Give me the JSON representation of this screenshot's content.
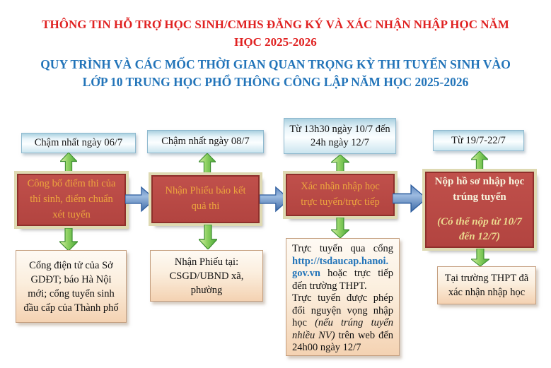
{
  "header": {
    "title": "THÔNG TIN HỖ TRỢ HỌC SINH/CMHS ĐĂNG KÝ VÀ XÁC NHẬN NHẬP HỌC NĂM HỌC 2025-2026",
    "subtitle": "QUY TRÌNH VÀ CÁC MỐC THỜI GIAN QUAN TRỌNG KỲ THI TUYỂN SINH VÀO LỚP 10 TRUNG HỌC PHỔ THÔNG CÔNG LẬP NĂM HỌC 2025-2026"
  },
  "flow": {
    "steps": [
      {
        "deadline": "Chậm nhất ngày 06/7",
        "action": "Công bố điểm thi của thí sinh, điểm chuẩn xét tuyển",
        "detail": "Cổng điện tử của Sở GDĐT; báo Hà Nội mới; cổng tuyển sinh đầu cấp của Thành phố"
      },
      {
        "deadline": "Chậm nhất ngày 08/7",
        "action": "Nhận Phiếu báo kết quả thi",
        "detail": "Nhận Phiếu tại: CSGD/UBND xã, phường"
      },
      {
        "deadline": "Từ 13h30 ngày 10/7 đến 24h ngày 12/7",
        "action": "Xác nhận nhập học trực tuyến/trực tiếp",
        "detail_parts": {
          "sentence1_prefix": "Trực tuyến qua cổng ",
          "link": "http://tsdaucap.hanoi.gov.vn",
          "sentence1_suffix": " hoặc trực tiếp đến trường THPT.",
          "sentence2_prefix": "Trực tuyến được phép đổi nguyện vọng nhập học ",
          "sentence2_italic": "(nếu trúng tuyển nhiều NV)",
          "sentence2_suffix": " trên web đến 24h00 ngày 12/7"
        }
      },
      {
        "deadline": "Từ 19/7-22/7",
        "action": "Nộp hồ sơ nhập học trúng tuyển",
        "action_note": "(Có thể nộp từ 10/7 đến 12/7)",
        "detail": "Tại trường THPT đã xác nhận nhập học"
      }
    ]
  },
  "colors": {
    "title_red": "#e02222",
    "title_blue": "#2274b9",
    "action_box_fill": "#b8484a",
    "action_box_frame": "#ded9b2",
    "action_text_orange": "#eda53e",
    "action_text_cream": "#f7f3dc",
    "note_text_yellow": "#ecd98e",
    "deadline_box_fill": "#dcefF6",
    "detail_box_fill": "#f9e8d4",
    "link_blue": "#2274b9",
    "arrow_green": "#5cb440",
    "arrow_blue": "#4a78b4"
  }
}
